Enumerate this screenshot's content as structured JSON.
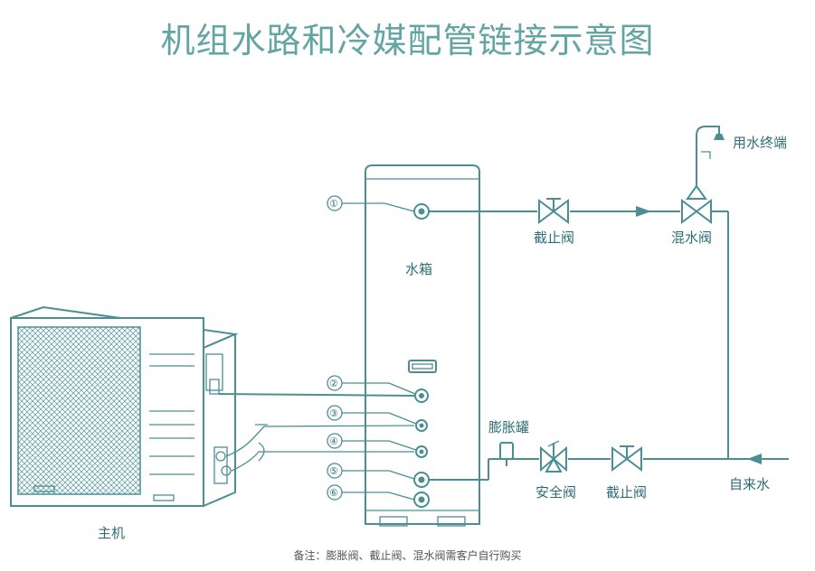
{
  "title": "机组水路和冷媒配管链接示意图",
  "labels": {
    "tank": "水箱",
    "main_unit": "主机",
    "shutoff_valve_top": "截止阀",
    "mixing_valve": "混水阀",
    "water_terminal": "用水终端",
    "expansion_tank": "膨胀罐",
    "safety_valve": "安全阀",
    "shutoff_valve_bottom": "截止阀",
    "tap_water": "自来水"
  },
  "ports": [
    "①",
    "②",
    "③",
    "④",
    "⑤",
    "⑥"
  ],
  "note": "备注：膨胀阀、截止阀、混水阀需客户自行购买",
  "colors": {
    "line": "#4a8f94",
    "title": "#63a5a3",
    "text": "#2f6d75"
  }
}
